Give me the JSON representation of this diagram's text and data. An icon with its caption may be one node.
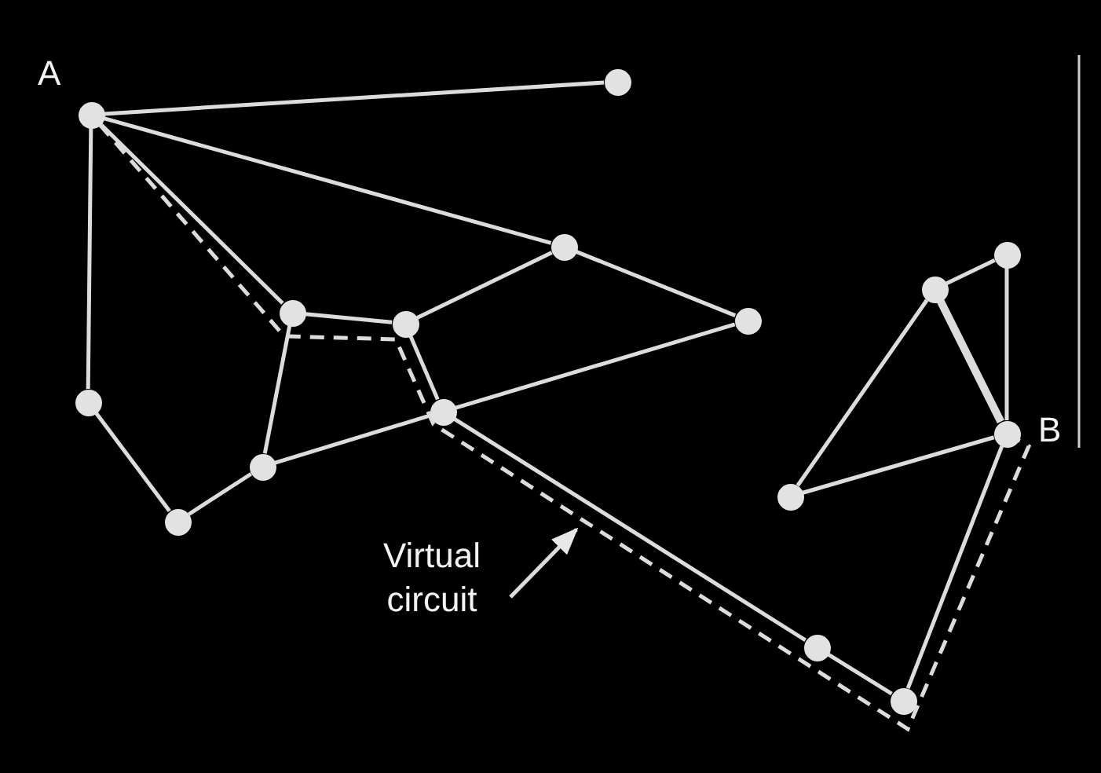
{
  "diagram": {
    "nodes": [
      {
        "text": [],
        "shape": "circle",
        "beside": [
          "A"
        ]
      },
      {
        "text": [],
        "shape": "circle"
      },
      {
        "text": [],
        "shape": "circle"
      },
      {
        "text": [],
        "shape": "circle"
      },
      {
        "text": [],
        "shape": "circle"
      },
      {
        "text": [],
        "shape": "circle"
      },
      {
        "text": [],
        "shape": "circle"
      },
      {
        "text": [],
        "shape": "circle"
      },
      {
        "text": [],
        "shape": "circle"
      },
      {
        "text": [],
        "shape": "circle"
      },
      {
        "text": [],
        "shape": "circle",
        "beside": [
          "B"
        ]
      },
      {
        "text": [],
        "shape": "circle"
      },
      {
        "text": [],
        "shape": "circle"
      },
      {
        "text": [],
        "shape": "circle"
      },
      {
        "text": [
          "Virtual circuit"
        ]
      },
      {
        "text": [],
        "shape": "circle"
      },
      {
        "text": [],
        "shape": "circle"
      }
    ],
    "edges": [
      {
        "from": 0,
        "to": 1,
        "arrow": "none"
      },
      {
        "from": 0,
        "to": 2,
        "arrow": "none"
      },
      {
        "from": 0,
        "to": 5,
        "arrow": "none"
      },
      {
        "from": 0,
        "to": 8,
        "arrow": "none"
      },
      {
        "from": 7,
        "to": 2,
        "arrow": "none"
      },
      {
        "from": 2,
        "to": 6,
        "arrow": "none"
      },
      {
        "from": 5,
        "to": 7,
        "arrow": "none"
      },
      {
        "from": 5,
        "to": 11,
        "arrow": "none"
      },
      {
        "from": 7,
        "to": 9,
        "arrow": "none"
      },
      {
        "from": 11,
        "to": 9,
        "arrow": "none"
      },
      {
        "from": 9,
        "to": 6,
        "arrow": "none"
      },
      {
        "from": 8,
        "to": 13,
        "arrow": "none"
      },
      {
        "from": 13,
        "to": 11,
        "arrow": "none"
      },
      {
        "from": 9,
        "to": 15,
        "arrow": "none"
      },
      {
        "from": 15,
        "to": 16,
        "arrow": "none"
      },
      {
        "from": 16,
        "to": 10,
        "arrow": "none"
      },
      {
        "from": 10,
        "to": 12,
        "arrow": "none"
      },
      {
        "from": 12,
        "to": 4,
        "arrow": "none"
      },
      {
        "from": 4,
        "to": 3,
        "arrow": "none"
      },
      {
        "from": 3,
        "to": 10,
        "arrow": "none"
      },
      {
        "from": 4,
        "to": 10,
        "arrow": "none",
        "style": "thick"
      },
      {
        "from": 0,
        "to": 10,
        "arrow": "none",
        "style": "dashed"
      },
      {
        "from": 14,
        "to": null,
        "arrow": "to"
      }
    ]
  }
}
